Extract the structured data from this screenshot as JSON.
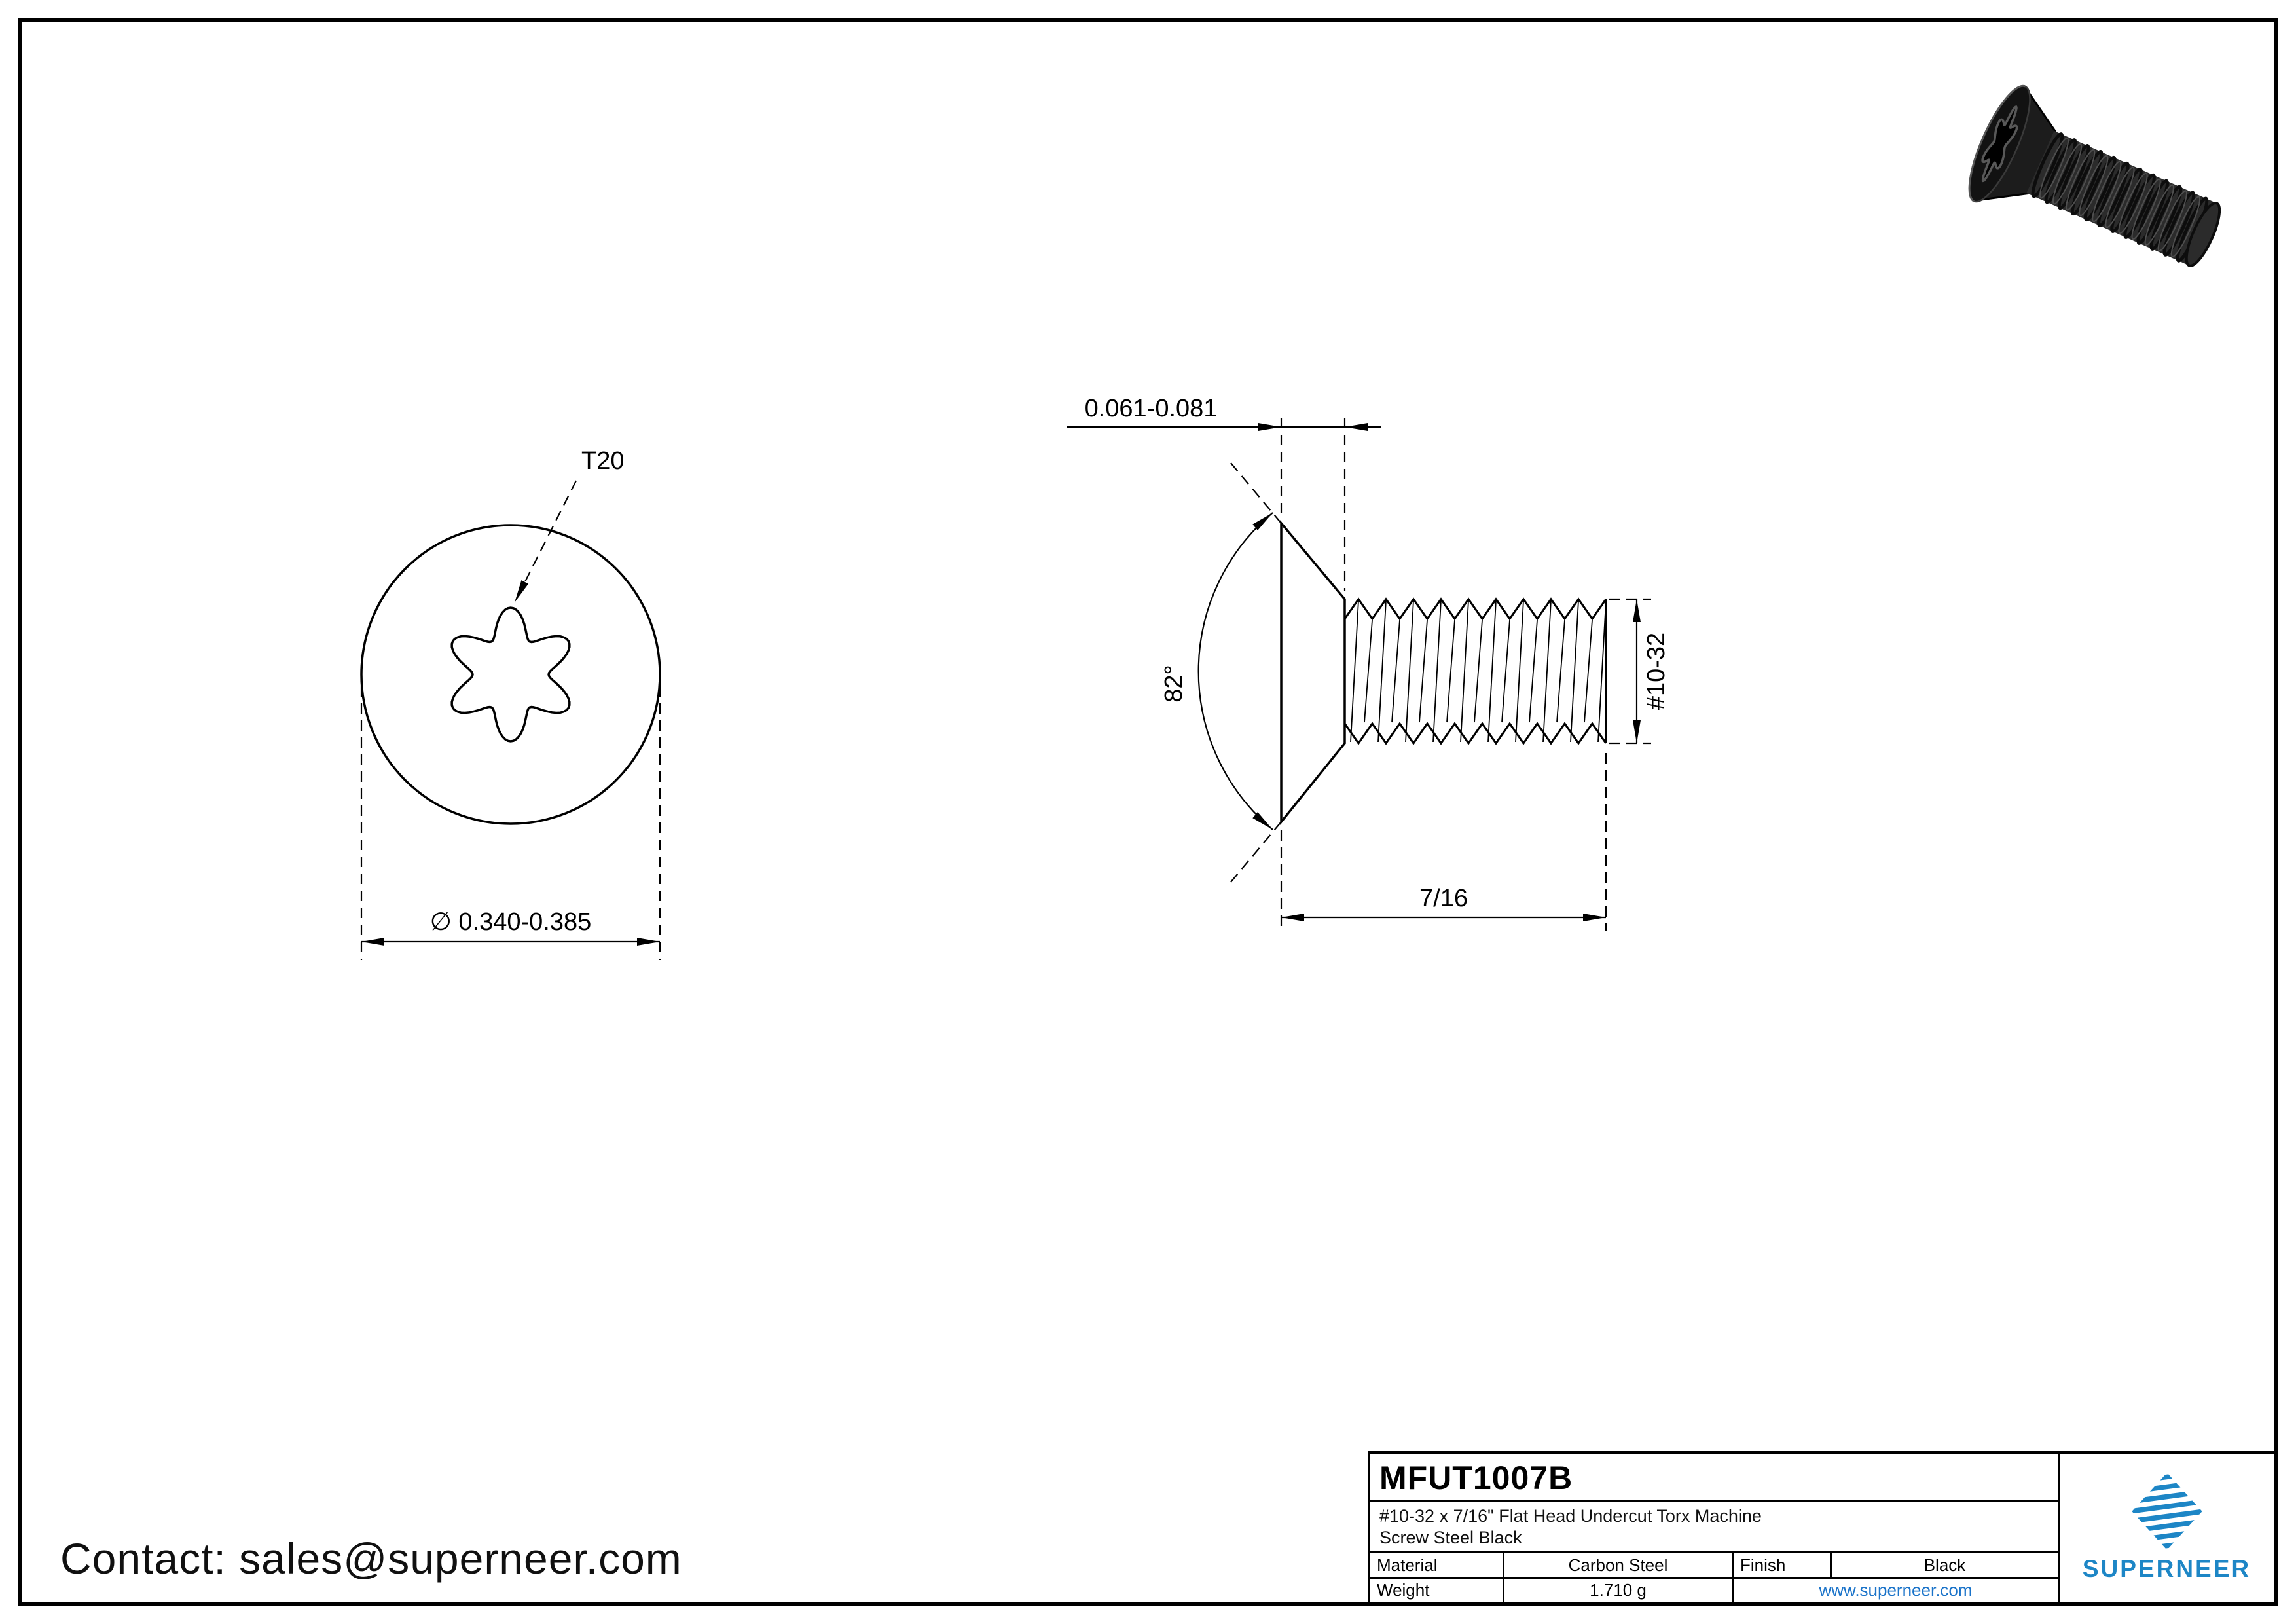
{
  "drawing": {
    "front_view": {
      "torx_label": "T20",
      "diameter_label": "∅ 0.340-0.385"
    },
    "side_view": {
      "head_thickness_label": "0.061-0.081",
      "angle_label": "82°",
      "thread_label": "#10-32",
      "length_label": "7/16"
    }
  },
  "title_block": {
    "part_number": "MFUT1007B",
    "description_line1": "#10-32 x 7/16\" Flat Head Undercut Torx Machine",
    "description_line2": "Screw Steel Black",
    "material_label": "Material",
    "material_value": "Carbon Steel",
    "finish_label": "Finish",
    "finish_value": "Black",
    "weight_label": "Weight",
    "weight_value": "1.710 g",
    "website": "www.superneer.com",
    "brand": "SUPERNEER"
  },
  "contact": {
    "label": "Contact: sales@superneer.com"
  },
  "colors": {
    "accent_blue": "#1d86c6",
    "link_blue": "#1a73c9",
    "line_black": "#000000"
  }
}
